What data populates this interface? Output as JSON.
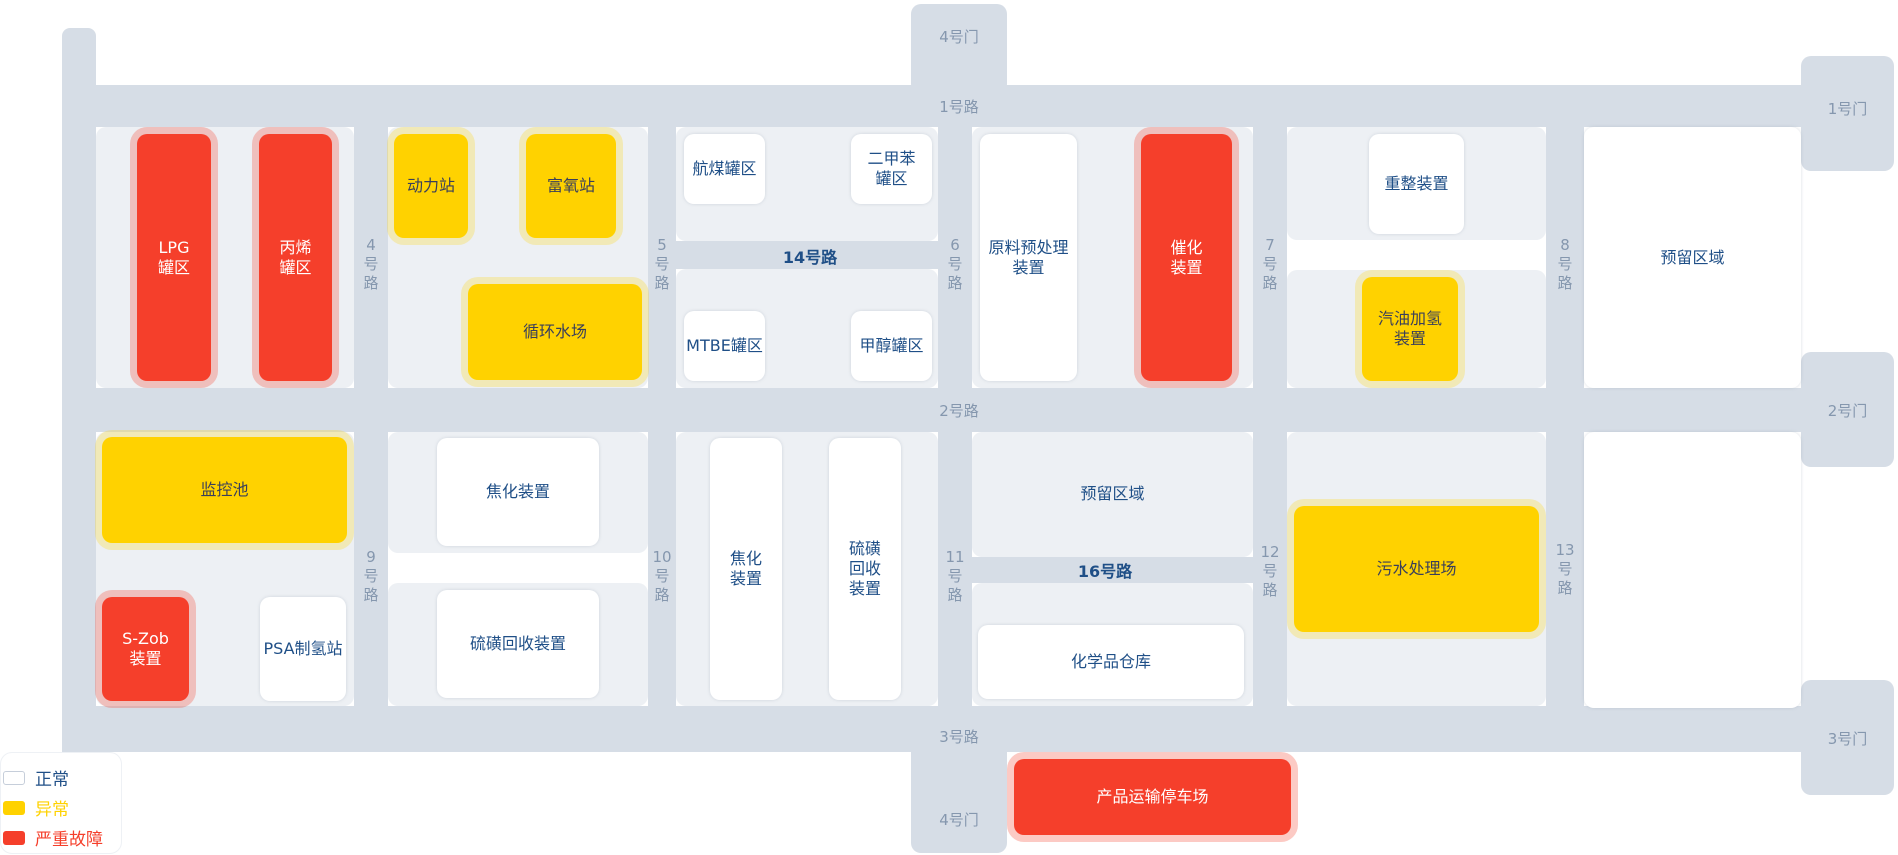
{
  "colors": {
    "normal": "#ffffff",
    "warning": "#ffd200",
    "fault": "#f53f2b",
    "road": "#d6dde6",
    "zone": "#edf0f4"
  },
  "gates": {
    "g1": "1号门",
    "g2": "2号门",
    "g3": "3号门",
    "g4_top": "4号门",
    "g4_bottom": "4号门"
  },
  "roads": {
    "r1": "1号路",
    "r2": "2号路",
    "r3": "3号路",
    "r4": "4\n号\n路",
    "r5": "5\n号\n路",
    "r6": "6\n号\n路",
    "r7": "7\n号\n路",
    "r8": "8\n号\n路",
    "r9": "9\n号\n路",
    "r10": "10\n号\n路",
    "r11": "11\n号\n路",
    "r12": "12\n号\n路",
    "r13": "13\n号\n路",
    "r14": "14号路",
    "r16": "16号路"
  },
  "facilities": {
    "lpg": {
      "label": "LPG\n罐区",
      "status": "fault"
    },
    "propylene": {
      "label": "丙烯\n罐区",
      "status": "fault"
    },
    "power": {
      "label": "动力站",
      "status": "warning"
    },
    "oxygen": {
      "label": "富氧站",
      "status": "warning"
    },
    "circulating_water": {
      "label": "循环水场",
      "status": "warning"
    },
    "jet_fuel": {
      "label": "航煤罐区",
      "status": "normal"
    },
    "xylene": {
      "label": "二甲苯\n罐区",
      "status": "normal"
    },
    "mtbe": {
      "label": "MTBE罐区",
      "status": "normal"
    },
    "methanol": {
      "label": "甲醇罐区",
      "status": "normal"
    },
    "pretreatment": {
      "label": "原料预处理\n装置",
      "status": "normal"
    },
    "catalytic": {
      "label": "催化\n装置",
      "status": "fault"
    },
    "reforming": {
      "label": "重整装置",
      "status": "normal"
    },
    "gasoline_hydro": {
      "label": "汽油加氢\n装置",
      "status": "warning"
    },
    "reserved_1": {
      "label": "预留区域",
      "status": "normal"
    },
    "monitor_pool": {
      "label": "监控池",
      "status": "warning"
    },
    "szob": {
      "label": "S-Zob\n装置",
      "status": "fault"
    },
    "psa": {
      "label": "PSA制氢站",
      "status": "normal"
    },
    "coking_1": {
      "label": "焦化装置",
      "status": "normal"
    },
    "sulfur_1": {
      "label": "硫磺回收装置",
      "status": "normal"
    },
    "coking_2": {
      "label": "焦化\n装置",
      "status": "normal"
    },
    "sulfur_2": {
      "label": "硫磺\n回收\n装置",
      "status": "normal"
    },
    "reserved_2": {
      "label": "预留区域",
      "status": "normal"
    },
    "chem_warehouse": {
      "label": "化学品仓库",
      "status": "normal"
    },
    "sewage": {
      "label": "污水处理场",
      "status": "warning"
    },
    "reserved_3": {
      "label": "",
      "status": "normal"
    },
    "parking": {
      "label": "产品运输停车场",
      "status": "fault"
    }
  },
  "legend": {
    "normal": "正常",
    "warning": "异常",
    "fault": "严重故障"
  }
}
